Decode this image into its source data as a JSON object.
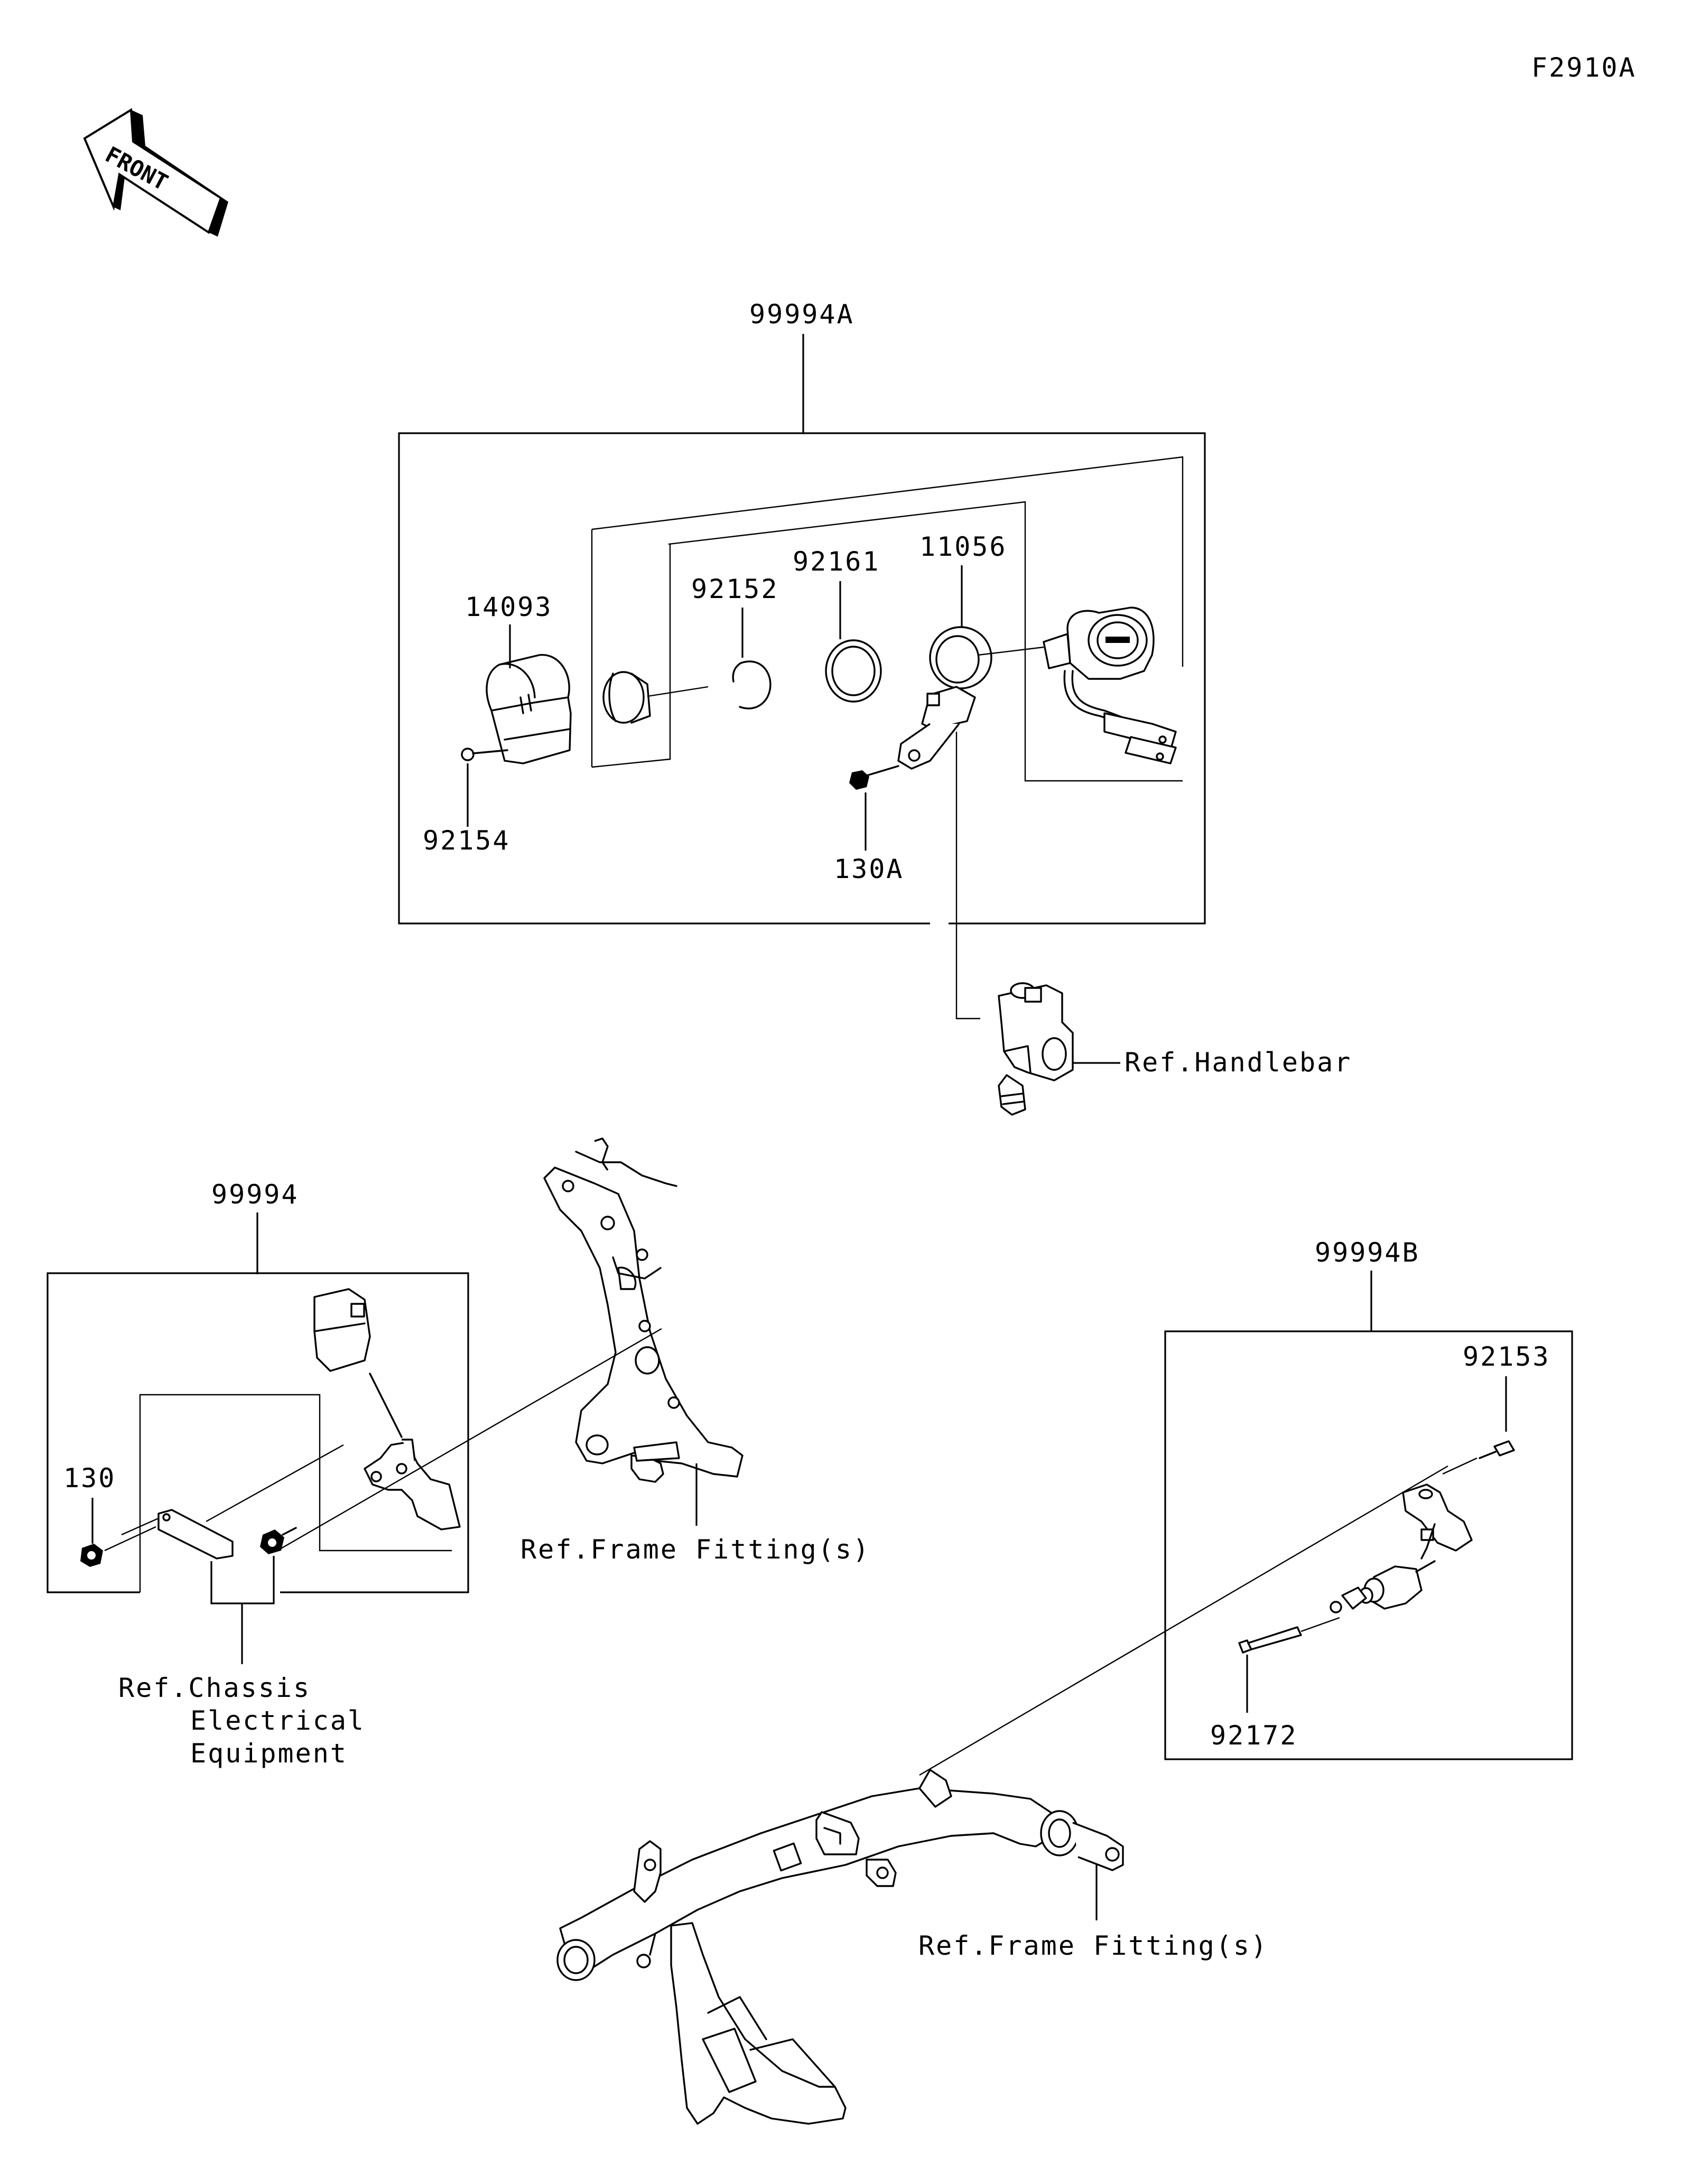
{
  "figure_code": "F2910A",
  "front_label": "FRONT",
  "kits": {
    "ignition_kit": "99994A",
    "wiring_kit": "99994",
    "switch_kit": "99994B"
  },
  "parts": {
    "p14093": "14093",
    "p92152": "92152",
    "p92161": "92161",
    "p11056": "11056",
    "p92154": "92154",
    "p130A": "130A",
    "p130": "130",
    "p92153": "92153",
    "p92172": "92172"
  },
  "references": {
    "handlebar": "Ref.Handlebar",
    "frame_fitting_upper": "Ref.Frame Fitting(s)",
    "frame_fitting_lower": "Ref.Frame Fitting(s)",
    "chassis_line1": "Ref.Chassis",
    "chassis_line2": "Electrical",
    "chassis_line3": "Equipment"
  }
}
